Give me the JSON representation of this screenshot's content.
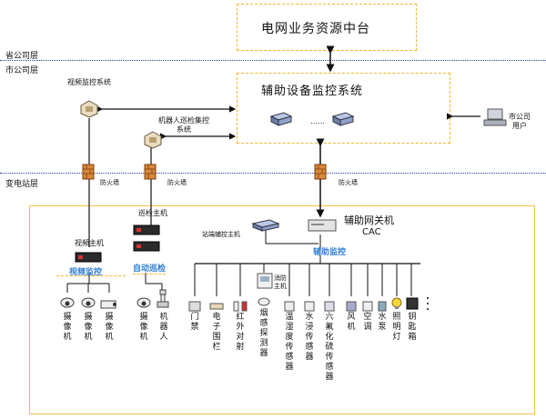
{
  "top_platform": "电网业务资源中台",
  "layers": {
    "province": "省公司层",
    "city": "市公司层",
    "substation": "变电站层"
  },
  "aux_system": "辅助设备监控系统",
  "server_dots": "……",
  "city_user": "市公司用户",
  "video_monitor_system": "视频监控系统",
  "robot_system": "机器人巡检集控系统",
  "firewall_label": "防火墙",
  "video_host": "视频主机",
  "video_monitor_label": "视频监控",
  "patrol_host": "巡检主机",
  "auto_patrol_label": "自动巡检",
  "edge_host": "站端辅控主机",
  "gateway": "辅助网关机",
  "gateway_sub": "CAC",
  "aux_monitor_label": "辅助监控",
  "fire_host": "消防主机",
  "cameras": [
    "摄像机",
    "摄像机",
    "摄像机"
  ],
  "patrol_devices": [
    "摄像机",
    "机器人"
  ],
  "sensors": [
    "门禁",
    "电子围栏",
    "红外对射",
    "烟感探测器",
    "温湿度传感器",
    "水浸传感器",
    "六氟化硫传感器",
    "风机",
    "空调",
    "水泵",
    "照明灯",
    "钥匙箱"
  ],
  "colors": {
    "accent_border": "#f2b630",
    "layer_line": "#2a3f9e",
    "label_blue": "#2f7fd0"
  }
}
